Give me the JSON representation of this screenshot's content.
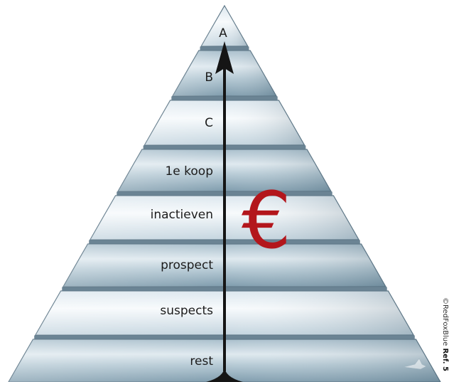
{
  "pyramid": {
    "layers": [
      {
        "label": "A"
      },
      {
        "label": "B"
      },
      {
        "label": "C"
      },
      {
        "label": "1e koop"
      },
      {
        "label": "inactieven"
      },
      {
        "label": "prospect"
      },
      {
        "label": "suspects"
      },
      {
        "label": "rest"
      }
    ],
    "currency_symbol": "€",
    "colors": {
      "layer_dark": "#86a2b2",
      "layer_light": "#e9f1f5",
      "separator": "#5f7888",
      "arrow": "#151515",
      "currency": "#b3161c"
    }
  },
  "credit": {
    "prefix": "©RedFoxBlue",
    "ref_label": "Ref. 5"
  }
}
